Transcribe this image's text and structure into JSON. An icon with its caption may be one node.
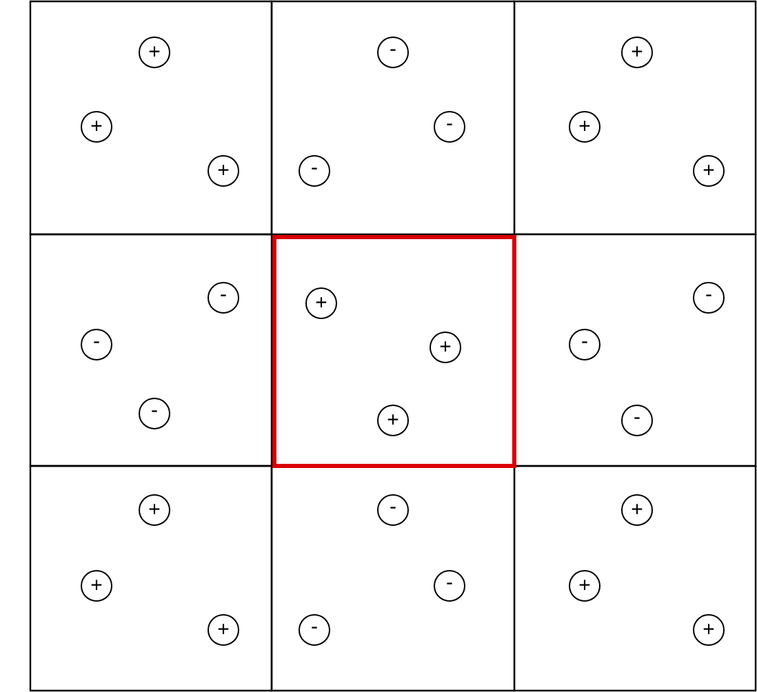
{
  "diagram": {
    "nodes": [
      {
        "text": [],
        "shape": "box"
      },
      {
        "text": [
          "+"
        ],
        "in": 0
      },
      {
        "text": [
          "+"
        ],
        "in": 0
      },
      {
        "text": [
          "+"
        ],
        "in": 0
      },
      {
        "text": [],
        "shape": "box"
      },
      {
        "text": [
          "-"
        ],
        "in": 4
      },
      {
        "text": [
          "-"
        ],
        "in": 4
      },
      {
        "text": [
          "-"
        ],
        "in": 4
      },
      {
        "text": [],
        "shape": "box"
      },
      {
        "text": [
          "+"
        ],
        "in": 8
      },
      {
        "text": [
          "+"
        ],
        "in": 8
      },
      {
        "text": [
          "+"
        ],
        "in": 8
      },
      {
        "text": [],
        "shape": "box"
      },
      {
        "text": [
          "-"
        ],
        "in": 12
      },
      {
        "text": [
          "-"
        ],
        "in": 12
      },
      {
        "text": [
          "-"
        ],
        "in": 12
      },
      {
        "text": [],
        "shape": "box"
      },
      {
        "text": [
          "+"
        ],
        "in": 16
      },
      {
        "text": [
          "+"
        ],
        "in": 16
      },
      {
        "text": [
          "+"
        ],
        "in": 16
      },
      {
        "text": [],
        "shape": "box"
      },
      {
        "text": [
          "-"
        ],
        "in": 20
      },
      {
        "text": [
          "-"
        ],
        "in": 20
      },
      {
        "text": [
          "-"
        ],
        "in": 20
      },
      {
        "text": [],
        "shape": "box"
      },
      {
        "text": [
          "+"
        ],
        "in": 24
      },
      {
        "text": [
          "+"
        ],
        "in": 24
      },
      {
        "text": [
          "+"
        ],
        "in": 24
      },
      {
        "text": [],
        "shape": "box"
      },
      {
        "text": [
          "-"
        ],
        "in": 28
      },
      {
        "text": [
          "-"
        ],
        "in": 28
      },
      {
        "text": [
          "-"
        ],
        "in": 28
      },
      {
        "text": [],
        "shape": "box"
      },
      {
        "text": [
          "+"
        ],
        "in": 32
      },
      {
        "text": [
          "+"
        ],
        "in": 32
      },
      {
        "text": [
          "+"
        ],
        "in": 32
      }
    ]
  }
}
